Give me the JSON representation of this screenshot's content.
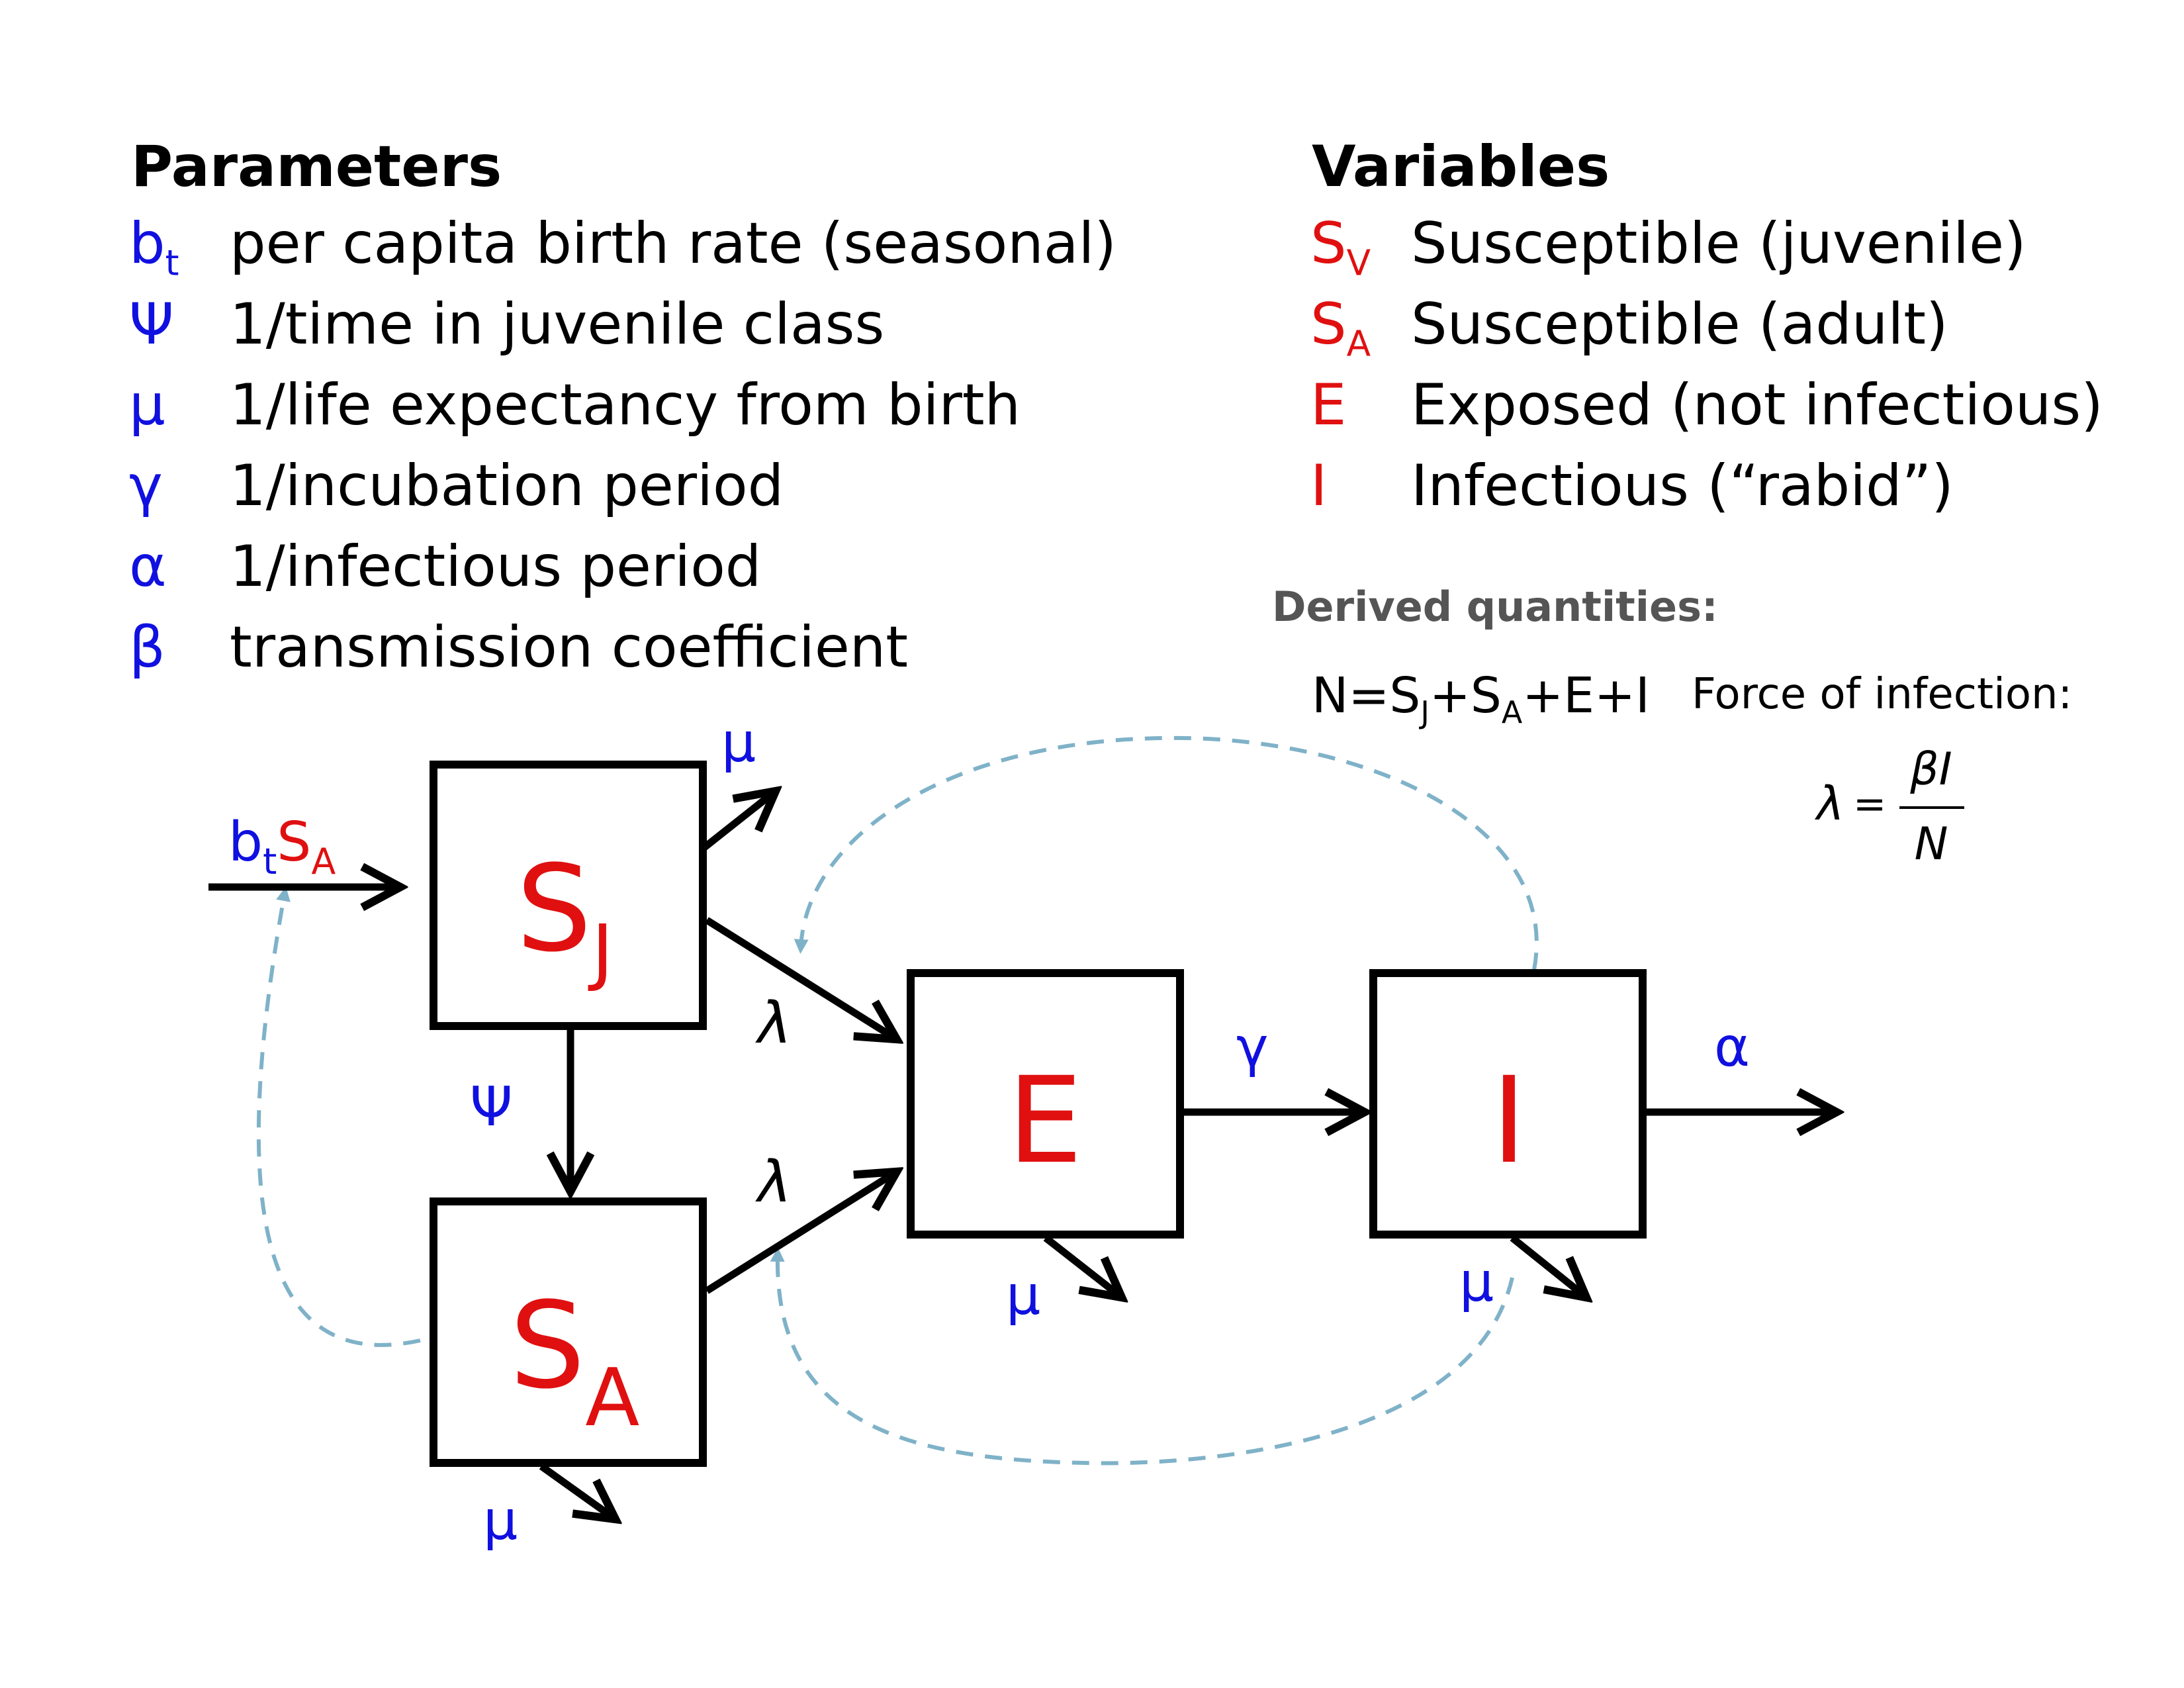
{
  "parameters": {
    "heading": "Parameters",
    "items": [
      {
        "symbol": "b",
        "sub": "t",
        "desc": "per capita birth rate (seasonal)"
      },
      {
        "symbol": "Ψ",
        "sub": "",
        "desc": "1/time in juvenile class"
      },
      {
        "symbol": "μ",
        "sub": "",
        "desc": "1/life expectancy from birth"
      },
      {
        "symbol": "γ",
        "sub": "",
        "desc": "1/incubation period"
      },
      {
        "symbol": "α",
        "sub": "",
        "desc": "1/infectious period"
      },
      {
        "symbol": "β",
        "sub": "",
        "desc": "transmission coefficient"
      }
    ]
  },
  "variables": {
    "heading": "Variables",
    "items": [
      {
        "symbol": "S",
        "sub": "V",
        "desc": "Susceptible (juvenile)"
      },
      {
        "symbol": "S",
        "sub": "A",
        "desc": "Susceptible (adult)"
      },
      {
        "symbol": "E",
        "sub": "",
        "desc": "Exposed (not infectious)"
      },
      {
        "symbol": "I",
        "sub": "",
        "desc": "Infectious (“rabid”)"
      }
    ]
  },
  "derived": {
    "heading": "Derived quantities:",
    "n_main": "N=S",
    "n_sub1": "J",
    "n_mid": "+S",
    "n_sub2": "A",
    "n_end": "+E+I",
    "force_label": "Force of infection:",
    "lambda": "λ",
    "equals": "=",
    "numerator": "βI",
    "denominator": "N"
  },
  "diagram": {
    "boxes": {
      "sj": {
        "main": "S",
        "sub": "J"
      },
      "sa": {
        "main": "S",
        "sub": "A"
      },
      "e": {
        "main": "E"
      },
      "i": {
        "main": "I"
      }
    },
    "labels": {
      "birth_b": "b",
      "birth_t": "t",
      "birth_s": "S",
      "birth_a": "A",
      "mu": "μ",
      "psi": "Ψ",
      "lambda": "λ",
      "gamma": "γ",
      "alpha": "α"
    }
  },
  "colors": {
    "blue": "#1010e0",
    "red": "#e01010",
    "black": "#000000",
    "dashed": "#7fb2c8",
    "gray": "#555555"
  }
}
